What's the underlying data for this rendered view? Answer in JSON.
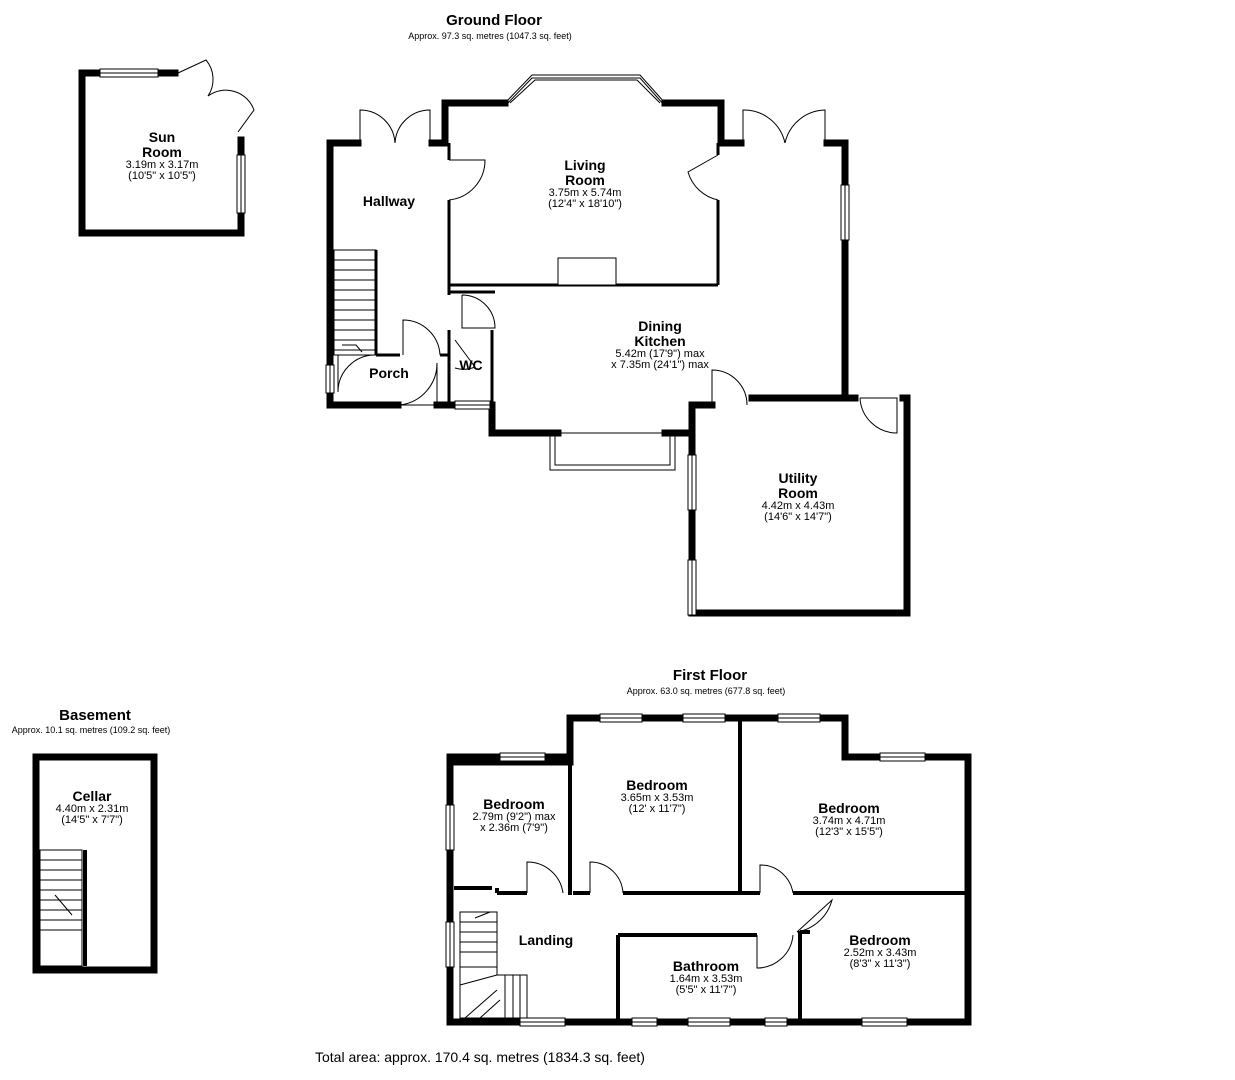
{
  "floors": {
    "ground": {
      "title": "Ground Floor",
      "area": "Approx. 97.3 sq. metres (1047.3 sq. feet)"
    },
    "first": {
      "title": "First Floor",
      "area": "Approx. 63.0 sq. metres (677.8 sq. feet)"
    },
    "basement": {
      "title": "Basement",
      "area": "Approx. 10.1 sq. metres (109.2 sq. feet)"
    }
  },
  "rooms": {
    "sun_room": {
      "name_1": "Sun",
      "name_2": "Room",
      "dim_1": "3.19m x 3.17m",
      "dim_2": "(10'5\" x 10'5\")"
    },
    "hallway": {
      "name": "Hallway"
    },
    "living_room": {
      "name_1": "Living",
      "name_2": "Room",
      "dim_1": "3.75m x 5.74m",
      "dim_2": "(12'4\" x 18'10\")"
    },
    "dining_kitchen": {
      "name_1": "Dining",
      "name_2": "Kitchen",
      "dim_1": "5.42m (17'9\") max",
      "dim_2": "x 7.35m (24'1\") max"
    },
    "porch": {
      "name": "Porch"
    },
    "wc": {
      "name": "WC"
    },
    "utility_room": {
      "name_1": "Utility",
      "name_2": "Room",
      "dim_1": "4.42m x 4.43m",
      "dim_2": "(14'6\" x 14'7\")"
    },
    "cellar": {
      "name": "Cellar",
      "dim_1": "4.40m x 2.31m",
      "dim_2": "(14'5\" x 7'7\")"
    },
    "bedroom_small": {
      "name": "Bedroom",
      "dim_1": "2.79m (9'2\") max",
      "dim_2": "x 2.36m (7'9\")"
    },
    "bedroom_mid": {
      "name": "Bedroom",
      "dim_1": "3.65m x 3.53m",
      "dim_2": "(12' x 11'7\")"
    },
    "bedroom_large": {
      "name": "Bedroom",
      "dim_1": "3.74m x 4.71m",
      "dim_2": "(12'3\" x 15'5\")"
    },
    "bedroom_right": {
      "name": "Bedroom",
      "dim_1": "2.52m x 3.43m",
      "dim_2": "(8'3\" x 11'3\")"
    },
    "landing": {
      "name": "Landing"
    },
    "bathroom": {
      "name": "Bathroom",
      "dim_1": "1.64m x 3.53m",
      "dim_2": "(5'5\" x 11'7\")"
    }
  },
  "total_area": "Total area: approx. 170.4 sq. metres (1834.3 sq. feet)"
}
